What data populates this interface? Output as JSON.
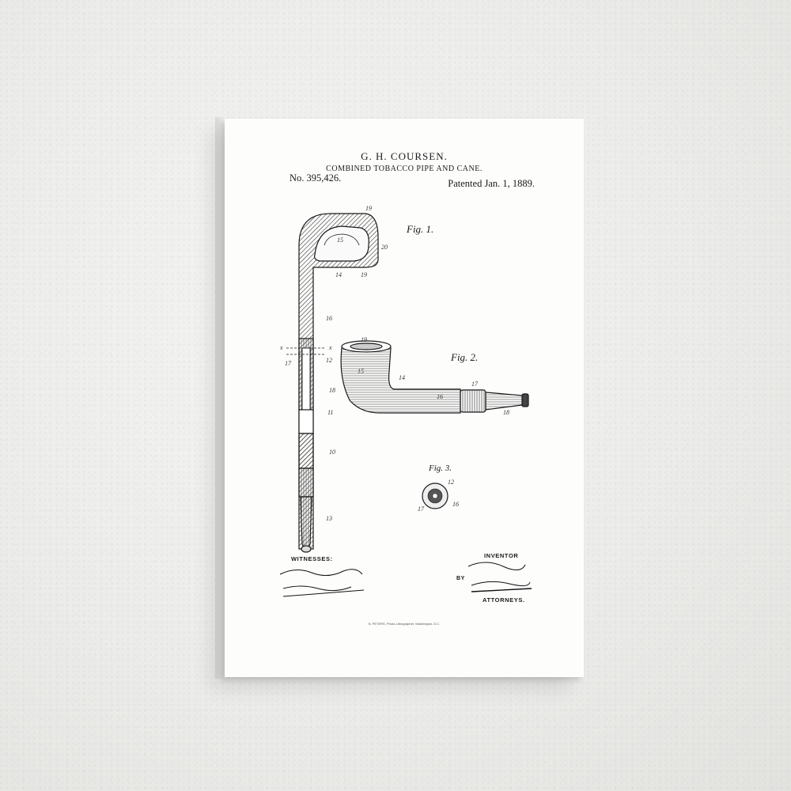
{
  "patent": {
    "inventor_name": "G. H. COURSEN.",
    "title": "COMBINED TOBACCO PIPE AND CANE.",
    "number": "No. 395,426.",
    "date": "Patented Jan. 1, 1889."
  },
  "figures": {
    "fig1": "Fig. 1.",
    "fig2": "Fig. 2.",
    "fig3": "Fig. 3."
  },
  "signatures": {
    "witnesses_label": "WITNESSES:",
    "inventor_label": "INVENTOR",
    "by_label": "BY",
    "attorneys_label": "ATTORNEYS.",
    "witness_1": "Phil. C. Dieterich",
    "witness_2": "C. Sedgwick",
    "inventor_sig": "G. H. Coursen",
    "attorney_sig": "Munn & Co"
  },
  "printer_line": "N. PETERS, Photo-Lithographer, Washington, D.C.",
  "colors": {
    "wall": "#ececea",
    "canvas": "#fdfdfc",
    "ink": "#1a1a1a"
  }
}
